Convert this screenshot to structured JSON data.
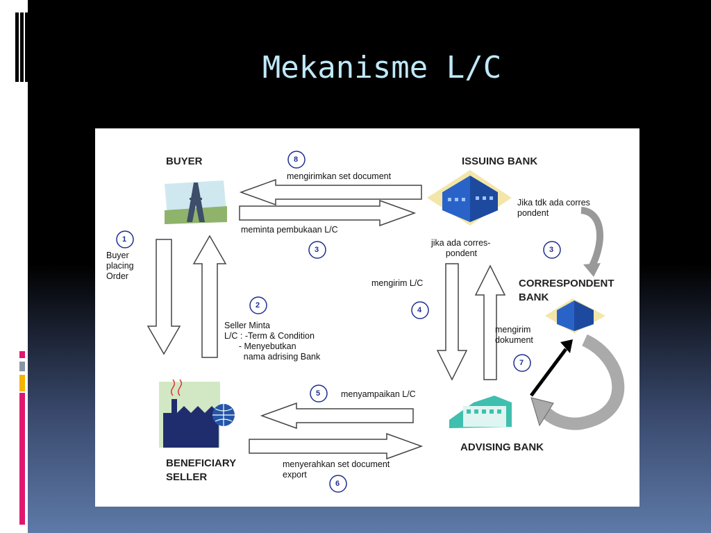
{
  "slide": {
    "title": "Mekanisme L/C"
  },
  "nodes": {
    "buyer": "BUYER",
    "issuing_bank": "ISSUING BANK",
    "correspondent_bank": "CORRESPONDENT\nBANK",
    "advising_bank": "ADVISING BANK",
    "beneficiary": "BENEFICIARY\nSELLER"
  },
  "steps": {
    "s1": {
      "number": "1",
      "text": "Buyer\nplacing\nOrder"
    },
    "s2": {
      "number": "2",
      "text": "Seller Minta\nL/C : -Term & Condition\n      - Menyebutkan\n        nama adrising Bank"
    },
    "s3": {
      "number": "3",
      "text": "meminta pembukaan L/C"
    },
    "s3b": {
      "number": "3",
      "text": "Jika tdk ada corres\npondent"
    },
    "s3c": {
      "text": "jika ada corres-\n      pondent"
    },
    "s4": {
      "number": "4",
      "text": "mengirim L/C"
    },
    "s5": {
      "number": "5",
      "text": "menyampaikan L/C"
    },
    "s6": {
      "number": "6",
      "text": "menyerahkan set document\nexport"
    },
    "s7": {
      "number": "7",
      "text": "mengirim\ndokument"
    },
    "s8": {
      "number": "8",
      "text": "mengirimkan set document"
    }
  },
  "colors": {
    "title": "#bfe8f8",
    "accent_pink": "#e0176e",
    "accent_yellow": "#f4b400",
    "accent_gray": "#8a94a6",
    "step_circle": "#1f2f8f"
  }
}
